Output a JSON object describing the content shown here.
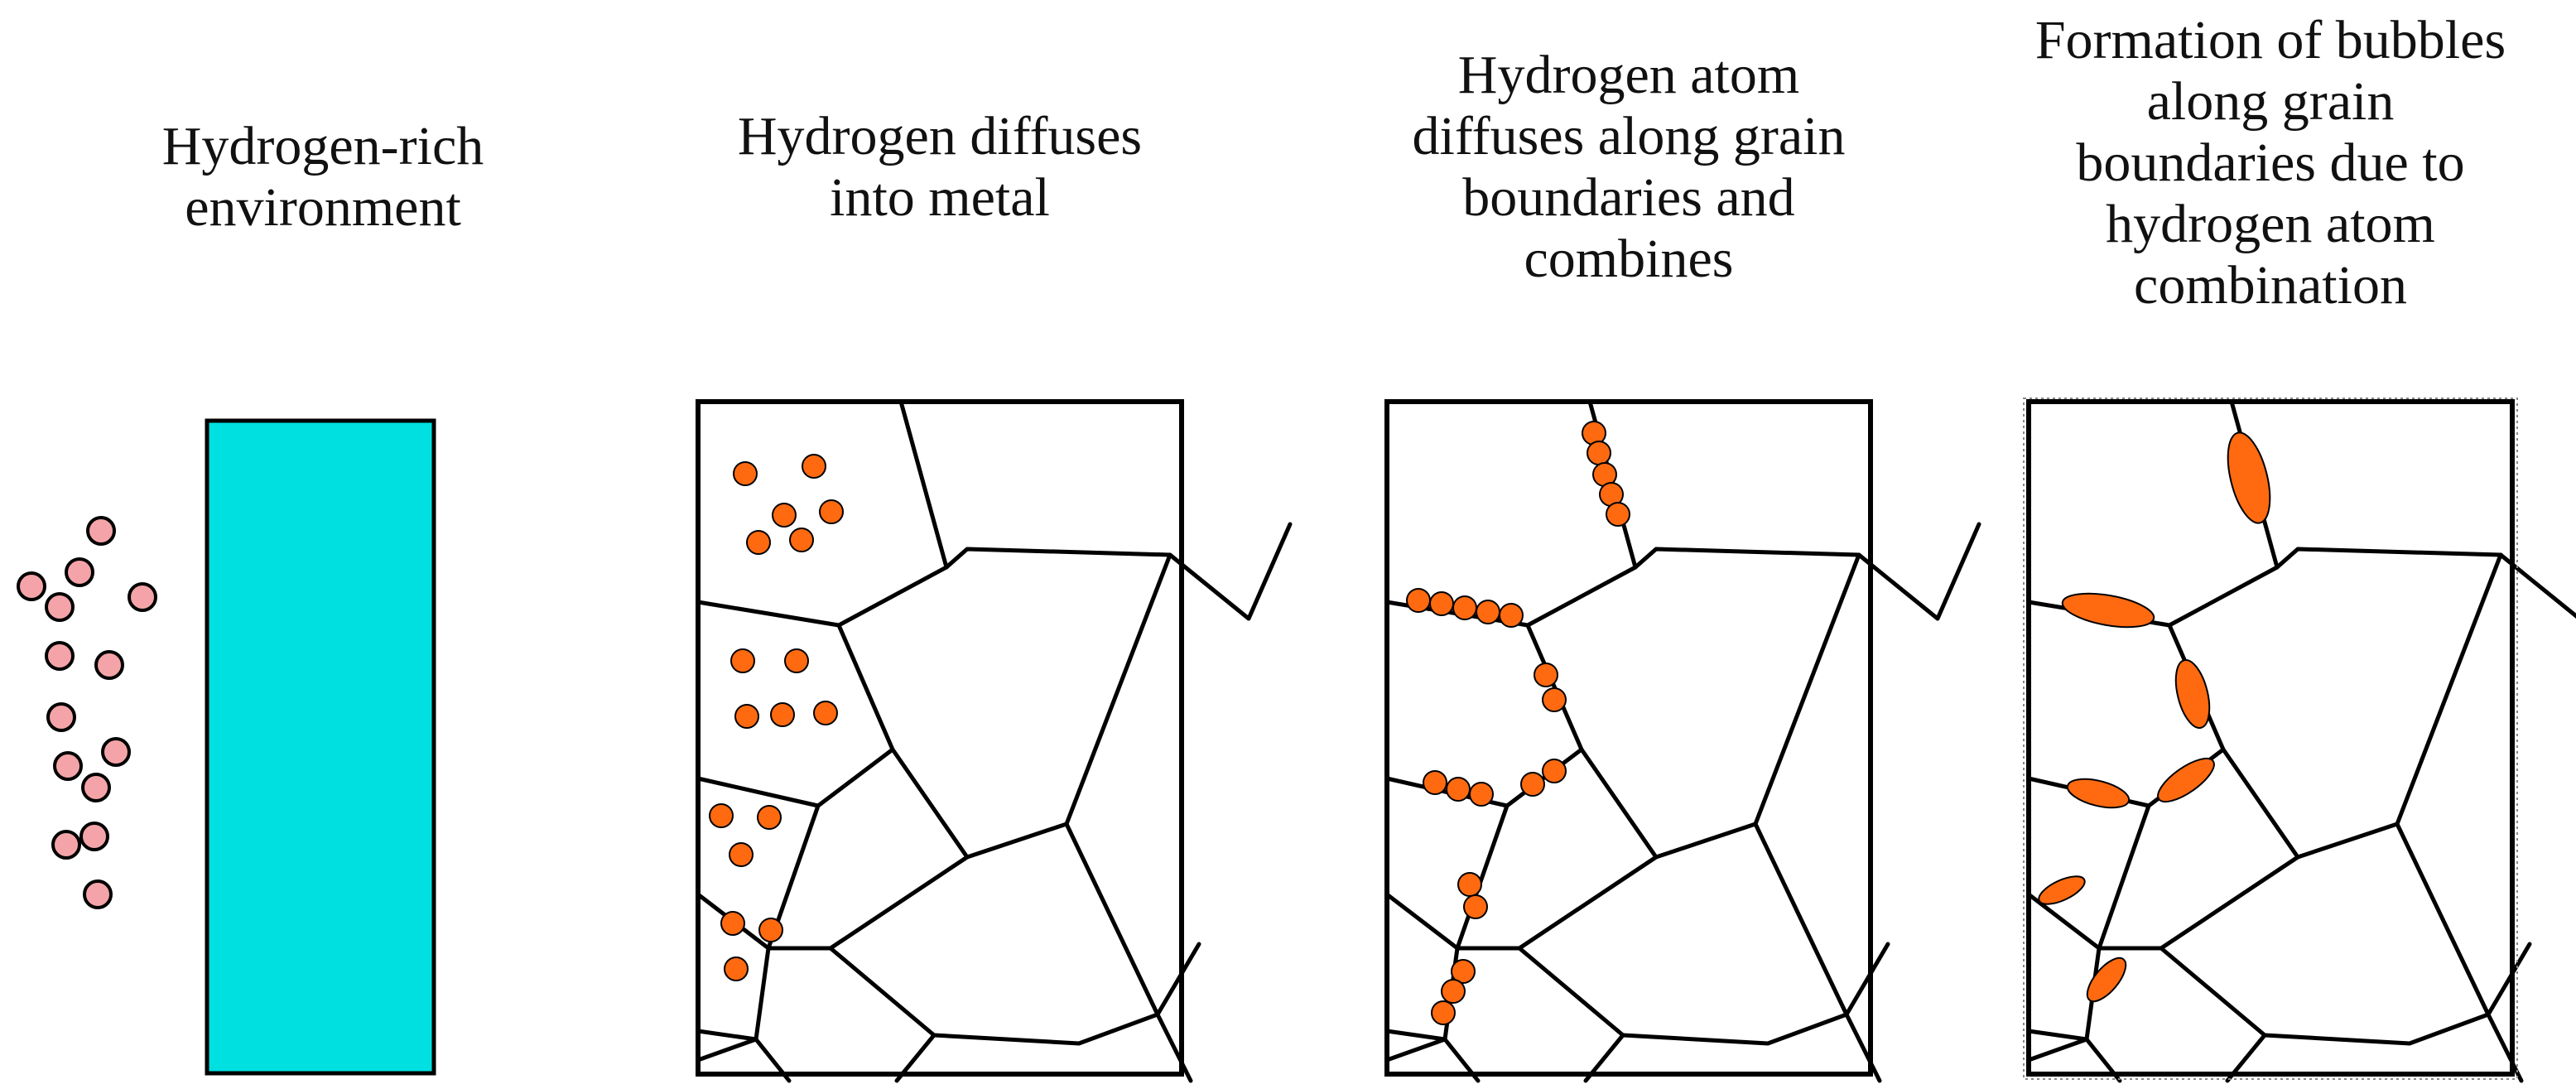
{
  "captions": {
    "panel1": [
      "Hydrogen-rich",
      "environment"
    ],
    "panel2": [
      "Hydrogen diffuses",
      "into metal"
    ],
    "panel3": [
      "Hydrogen atom",
      "diffuses along grain",
      "boundaries and",
      "combines"
    ],
    "panel4": [
      "Formation of bubbles",
      "along grain",
      "boundaries due to",
      "hydrogen atom",
      "combination"
    ]
  },
  "colors": {
    "metal_block": "#00e0e0",
    "hydrogen_atom": "#f4a4a8",
    "diffused_hydrogen": "#ff6a10",
    "outline": "#000000"
  }
}
